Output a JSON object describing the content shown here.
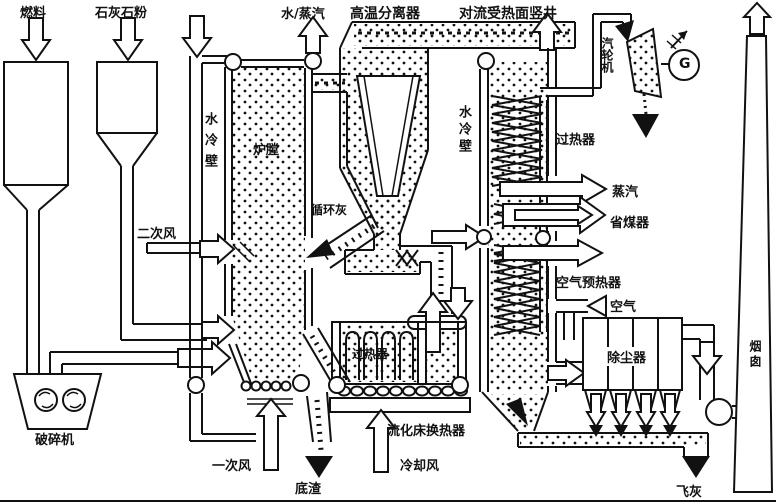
{
  "colors": {
    "ink": "#111111",
    "paper": "#ffffff"
  },
  "labels": {
    "fuel": "燃料",
    "limestone_powder": "石灰石粉",
    "water_steam": "水/蒸汽",
    "high_temp_separator": "高温分离器",
    "convection_shaft": "对流受热面竖井",
    "steam_turbine": "汽轮机",
    "generator": "G",
    "water_wall_left": "水冷壁",
    "water_wall_right": "水冷壁",
    "furnace": "炉膛",
    "secondary_air": "二次风",
    "circulating_ash": "循环灰",
    "superheater_shaft": "过热器",
    "steam": "蒸汽",
    "economizer": "省煤器",
    "air_preheater": "空气预热器",
    "air": "空气",
    "dust_collector": "除尘器",
    "chimney": "烟囱",
    "crusher": "破碎机",
    "primary_air": "一次风",
    "bottom_slag": "底渣",
    "fbhe": "流化床换热器",
    "cooling_air": "冷却风",
    "superheater_fbhe": "过热器",
    "fly_ash": "飞灰"
  }
}
